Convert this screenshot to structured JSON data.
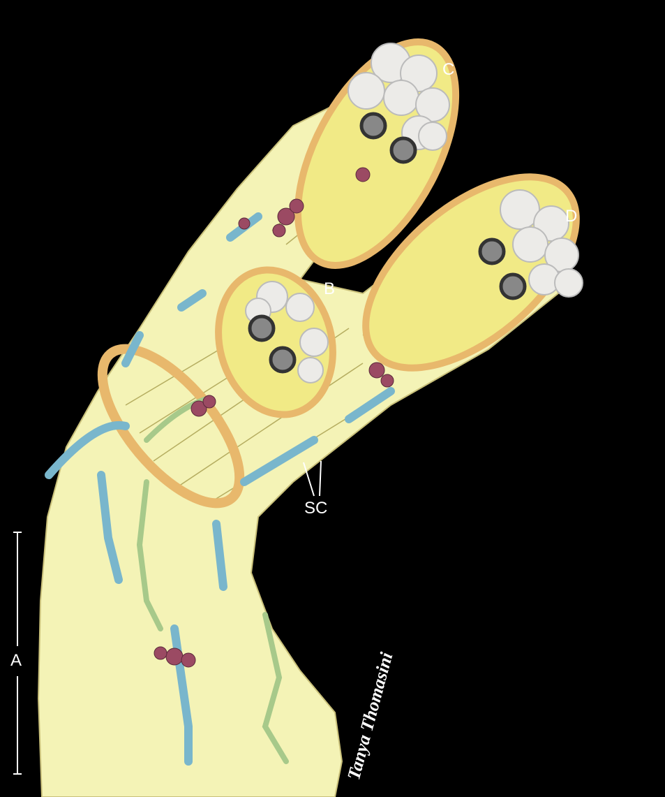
{
  "labels": {
    "a": "A",
    "b": "B",
    "c": "C",
    "d": "D",
    "sc": "SC"
  },
  "signature": "Tanya Thomasini",
  "colors": {
    "background": "#000000",
    "nerve_fill": "#f4f3b6",
    "inner_fill": "#f1ea86",
    "sheath": "#e8b86c",
    "axon": "#ecebe8",
    "myelin": "#4a4a4a",
    "vessel_blue": "#79b6cc",
    "vessel_green": "#a7c98a",
    "mast_cell": "#9b4a63",
    "label_text": "#ffffff"
  }
}
